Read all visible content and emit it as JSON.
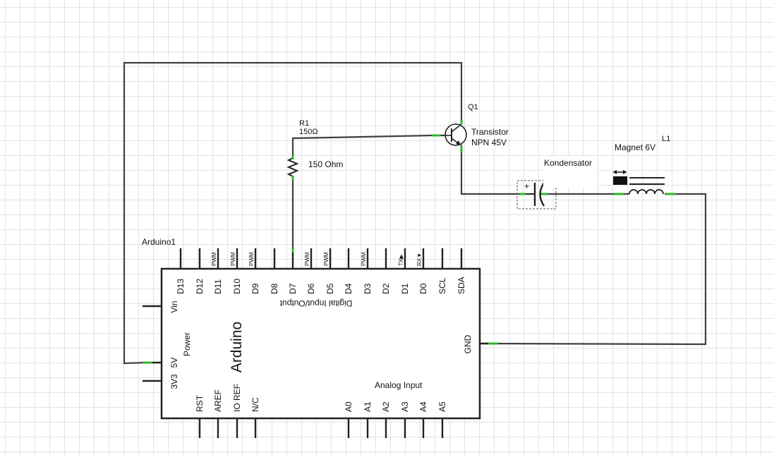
{
  "arduino": {
    "name": "Arduino1",
    "title": "Arduino",
    "digital_label": "Digital Input/Output",
    "power_label": "Power",
    "analog_label": "Analog Input",
    "top_pins": [
      "D13",
      "D12",
      "D11",
      "D10",
      "D9",
      "D8",
      "D7",
      "D6",
      "D5",
      "D4",
      "D3",
      "D2",
      "D1",
      "D0",
      "SCL",
      "SDA"
    ],
    "pwm_tag": "PWM",
    "tx_tag": "TX▶",
    "rx_tag": "RX▼",
    "left_pins": [
      "Vin",
      "5V",
      "3V3"
    ],
    "bottom_left_pins": [
      "RST",
      "AREF",
      "IO REF",
      "N/C"
    ],
    "bottom_right_pins": [
      "A0",
      "A1",
      "A2",
      "A3",
      "A4",
      "A5"
    ],
    "right_pin": "GND"
  },
  "resistor": {
    "ref": "R1",
    "value": "150Ω",
    "label": "150 Ohm"
  },
  "transistor": {
    "ref": "Q1",
    "name": "Transistor",
    "type": "NPN 45V"
  },
  "capacitor": {
    "label": "Kondensator",
    "plus": "+"
  },
  "inductor": {
    "ref": "L1",
    "label": "Magnet 6V"
  },
  "colors": {
    "wire": "#404040",
    "connector": "#2db52d"
  }
}
